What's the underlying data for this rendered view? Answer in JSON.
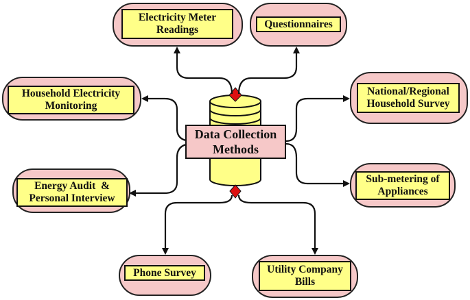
{
  "center": {
    "line1": "Data Collection",
    "line2": "Methods"
  },
  "methods": {
    "meter": {
      "line1": "Electricity Meter",
      "line2": "Readings"
    },
    "questionnaires": {
      "line1": "Questionnaires"
    },
    "household_monitoring": {
      "line1": "Household Electricity",
      "line2": "Monitoring"
    },
    "national_survey": {
      "line1": "National/Regional",
      "line2": "Household Survey"
    },
    "energy_audit": {
      "line1": "Energy Audit  &",
      "line2": "Personal Interview"
    },
    "submetering": {
      "line1": "Sub-metering of",
      "line2": "Appliances"
    },
    "phone_survey": {
      "line1": "Phone Survey"
    },
    "utility_bills": {
      "line1": "Utility Company",
      "line2": "Bills"
    }
  },
  "colors": {
    "pill_fill": "#f6c8c8",
    "label_fill": "#ffff88",
    "cylinder_fill": "#ffff88",
    "arrow": "#111111",
    "connector_accent": "#dd1111"
  }
}
